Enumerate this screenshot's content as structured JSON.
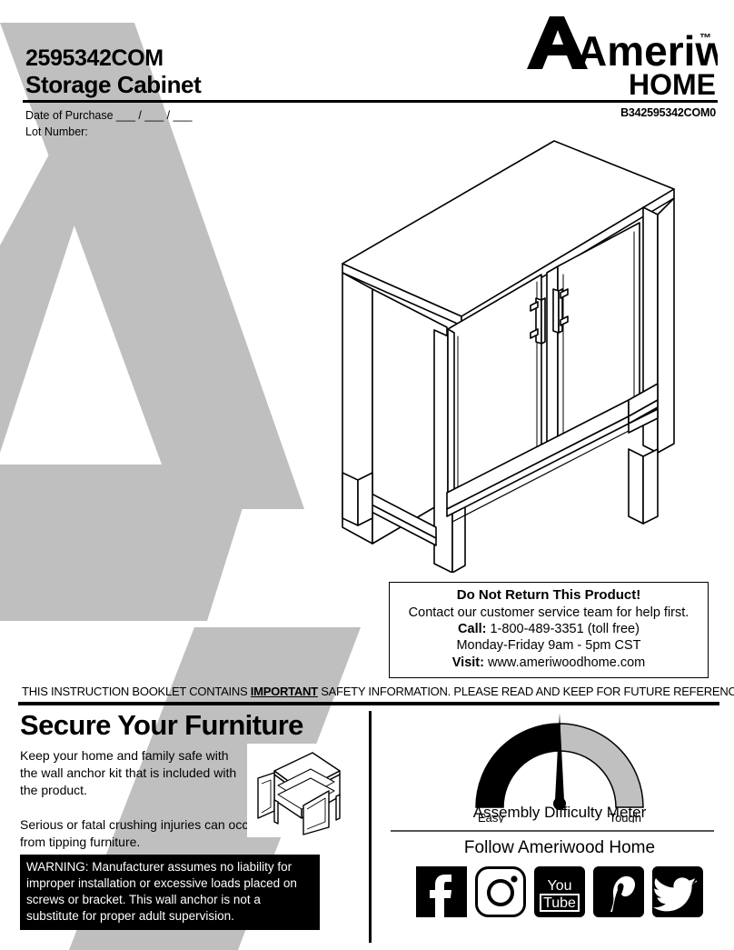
{
  "document": {
    "model_number": "2595342COM",
    "product_name": "Storage Cabinet",
    "part_number": "B342595342COM0",
    "date_of_purchase": "Date of Purchase ___ / ___ / ___",
    "lot_number": "Lot Number:"
  },
  "brand": {
    "name": "Ameriwood",
    "sub": "HOME",
    "trademark": "™"
  },
  "service_box": {
    "title": "Do Not Return This Product!",
    "line1": "Contact our customer service team for help first.",
    "call_label": "Call:",
    "call_value": " 1-800-489-3351 (toll free)",
    "hours": "Monday-Friday 9am - 5pm CST",
    "visit_label": "Visit:",
    "visit_value": " www.ameriwoodhome.com"
  },
  "banner": {
    "before": "THIS INSTRUCTION BOOKLET CONTAINS ",
    "emphasis": "IMPORTANT",
    "after": " SAFETY INFORMATION. PLEASE READ AND KEEP FOR FUTURE REFERENCE."
  },
  "secure_section": {
    "title": "Secure Your Furniture",
    "paragraph1": "Keep your home and family safe with the wall anchor kit that is included with the product.",
    "paragraph2": "Serious or fatal crushing injuries can occur from tipping furniture.",
    "warning": "WARNING: Manufacturer assumes no liability for improper installation or excessive loads placed on screws or bracket. This wall anchor is not a substitute for proper adult supervision."
  },
  "meter": {
    "easy_label": "Easy",
    "tough_label": "Tough",
    "caption": "Assembly Difficulty Meter",
    "needle_position": "middle",
    "easy_color": "#000000",
    "tough_color": "#c0c0c0"
  },
  "social": {
    "heading": "Follow Ameriwood Home",
    "items": [
      {
        "name": "facebook",
        "label": "f"
      },
      {
        "name": "instagram",
        "label": ""
      },
      {
        "name": "youtube",
        "label_top": "You",
        "label_bottom": "Tube"
      },
      {
        "name": "pinterest",
        "label": "P"
      },
      {
        "name": "twitter",
        "label": ""
      }
    ]
  },
  "colors": {
    "background_mark": "#bfbfbf",
    "page": "#ffffff",
    "ink": "#000000"
  }
}
